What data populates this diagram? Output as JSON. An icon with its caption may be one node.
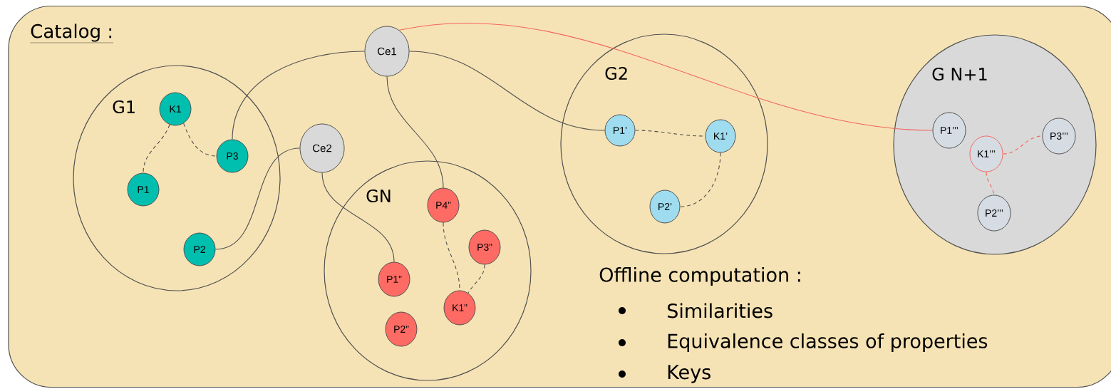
{
  "diagram": {
    "nodes": [
      {
        "text": [
          "Catalog :"
        ]
      },
      {
        "text": [
          "Ce1"
        ],
        "in": 0
      },
      {
        "text": [
          "G1"
        ],
        "in": 0
      },
      {
        "text": [
          "K1"
        ],
        "in": 2
      },
      {
        "text": [
          "P3"
        ],
        "in": 2
      },
      {
        "text": [
          "P1"
        ],
        "in": 2
      },
      {
        "text": [
          "P2"
        ],
        "in": 2
      },
      {
        "text": [
          "Ce2"
        ],
        "in": 0
      },
      {
        "text": [
          "G2"
        ],
        "in": 0
      },
      {
        "text": [
          "P1’"
        ],
        "in": 8
      },
      {
        "text": [
          "K1’"
        ],
        "in": 8
      },
      {
        "text": [
          "P2’"
        ],
        "in": 8
      },
      {
        "text": [
          "GN"
        ],
        "in": 0
      },
      {
        "text": [
          "P4”"
        ],
        "in": 12
      },
      {
        "text": [
          "P3”"
        ],
        "in": 12
      },
      {
        "text": [
          "P1”"
        ],
        "in": 12
      },
      {
        "text": [
          "K1”"
        ],
        "in": 12
      },
      {
        "text": [
          "P2”"
        ],
        "in": 12
      },
      {
        "text": [
          "G N+1"
        ],
        "in": 0
      },
      {
        "text": [
          "P1’’’"
        ],
        "in": 18
      },
      {
        "text": [
          "K1’’’"
        ],
        "in": 18
      },
      {
        "text": [
          "P3’’’"
        ],
        "in": 18
      },
      {
        "text": [
          "P2’’’"
        ],
        "in": 18
      }
    ],
    "edges": [
      {
        "from": 1,
        "to": 4,
        "arrow": "none"
      },
      {
        "from": 1,
        "to": 9,
        "arrow": "none"
      },
      {
        "from": 1,
        "to": 13,
        "arrow": "none"
      },
      {
        "from": 1,
        "to": 19,
        "arrow": "none",
        "color": "#f4665c"
      },
      {
        "from": 7,
        "to": 6,
        "arrow": "none"
      },
      {
        "from": 7,
        "to": 15,
        "arrow": "none"
      },
      {
        "from": 3,
        "to": 5,
        "arrow": "none",
        "style": "dashed"
      },
      {
        "from": 3,
        "to": 4,
        "arrow": "none",
        "style": "dashed"
      },
      {
        "from": 9,
        "to": 10,
        "arrow": "none",
        "style": "dashed"
      },
      {
        "from": 10,
        "to": 11,
        "arrow": "none",
        "style": "dashed"
      },
      {
        "from": 13,
        "to": 16,
        "arrow": "none",
        "style": "dashed"
      },
      {
        "from": 14,
        "to": 16,
        "arrow": "none",
        "style": "dashed"
      },
      {
        "from": 20,
        "to": 21,
        "arrow": "none",
        "style": "dashed",
        "color": "#f4665c"
      },
      {
        "from": 20,
        "to": 22,
        "arrow": "none",
        "style": "dashed",
        "color": "#f4665c"
      }
    ],
    "labels": [
      "Offline computation :",
      "Similarities",
      "Equivalence classes of properties",
      "Keys"
    ]
  }
}
